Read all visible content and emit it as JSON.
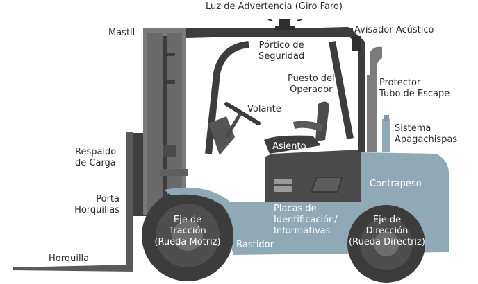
{
  "labels": {
    "light_beacon": "Luz de Advertencia (Giro Faro)",
    "mast": "Mastil",
    "horn": "Avisador Acústico",
    "safety_frame": "Pórtico de\nSeguridad",
    "operator_station": "Puesto del\nOperador",
    "exhaust_guard": "Protector\nTubo de Escape",
    "steering_wheel": "Volante",
    "spark_arrestor": "Sistema\nApagachispas",
    "seat": "Asiento",
    "load_backrest": "Respaldo\nde Carga",
    "counterweight": "Contrapeso",
    "fork_carriage": "Porta\nHorquillas",
    "id_plates": "Placas de\nIdentificación/\nInformativas",
    "drive_axle": "Eje de\nTracción\n(Rueda Motriz)",
    "steer_axle": "Eje de\nDirección\n(Rueda Directriz)",
    "chassis": "Bastidor",
    "fork": "Horquilla"
  },
  "colors": {
    "body_blue": "#8fa9b7",
    "dark_gray": "#4a4a4a",
    "mid_gray": "#6d6d6d",
    "tire": "#3c3c3c",
    "label_text": "#2a2a2a",
    "label_on_body": "#ffffff"
  }
}
